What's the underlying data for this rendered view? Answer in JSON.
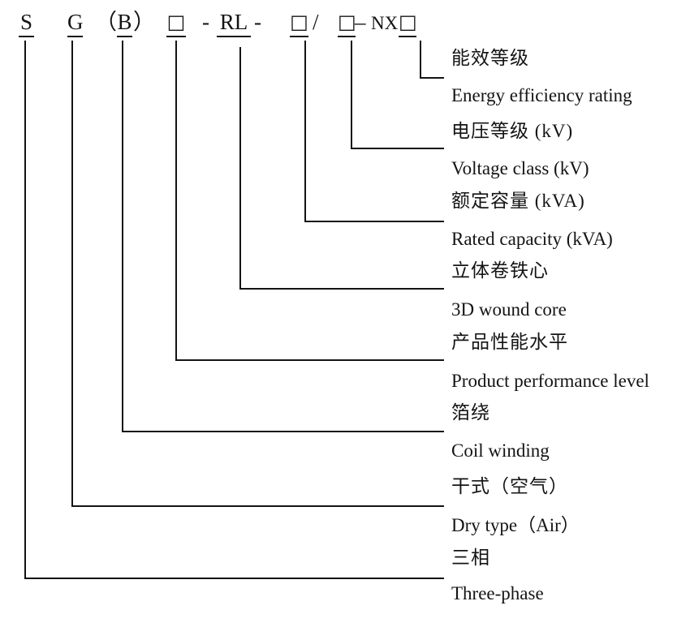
{
  "code": {
    "s": "S",
    "g": "G",
    "paren_open": "（",
    "b": "B",
    "paren_close": "）",
    "box": "□",
    "hyphen": "-",
    "rl": "RL",
    "slash": "/",
    "dash": "–",
    "nx": "NX"
  },
  "labels": [
    {
      "zh": "能效等级",
      "en": "Energy efficiency rating"
    },
    {
      "zh": "电压等级 (kV)",
      "en": "Voltage class (kV)"
    },
    {
      "zh": "额定容量 (kVA)",
      "en": "Rated capacity (kVA)"
    },
    {
      "zh": "立体卷铁心",
      "en": "3D wound core"
    },
    {
      "zh": "产品性能水平",
      "en": "Product performance level"
    },
    {
      "zh": "箔绕",
      "en": "Coil winding"
    },
    {
      "zh": "干式（空气）",
      "en": "Dry type（Air）"
    },
    {
      "zh": "三相",
      "en": "Three-phase"
    }
  ],
  "colors": {
    "ink": "#141414",
    "background": "#ffffff"
  }
}
